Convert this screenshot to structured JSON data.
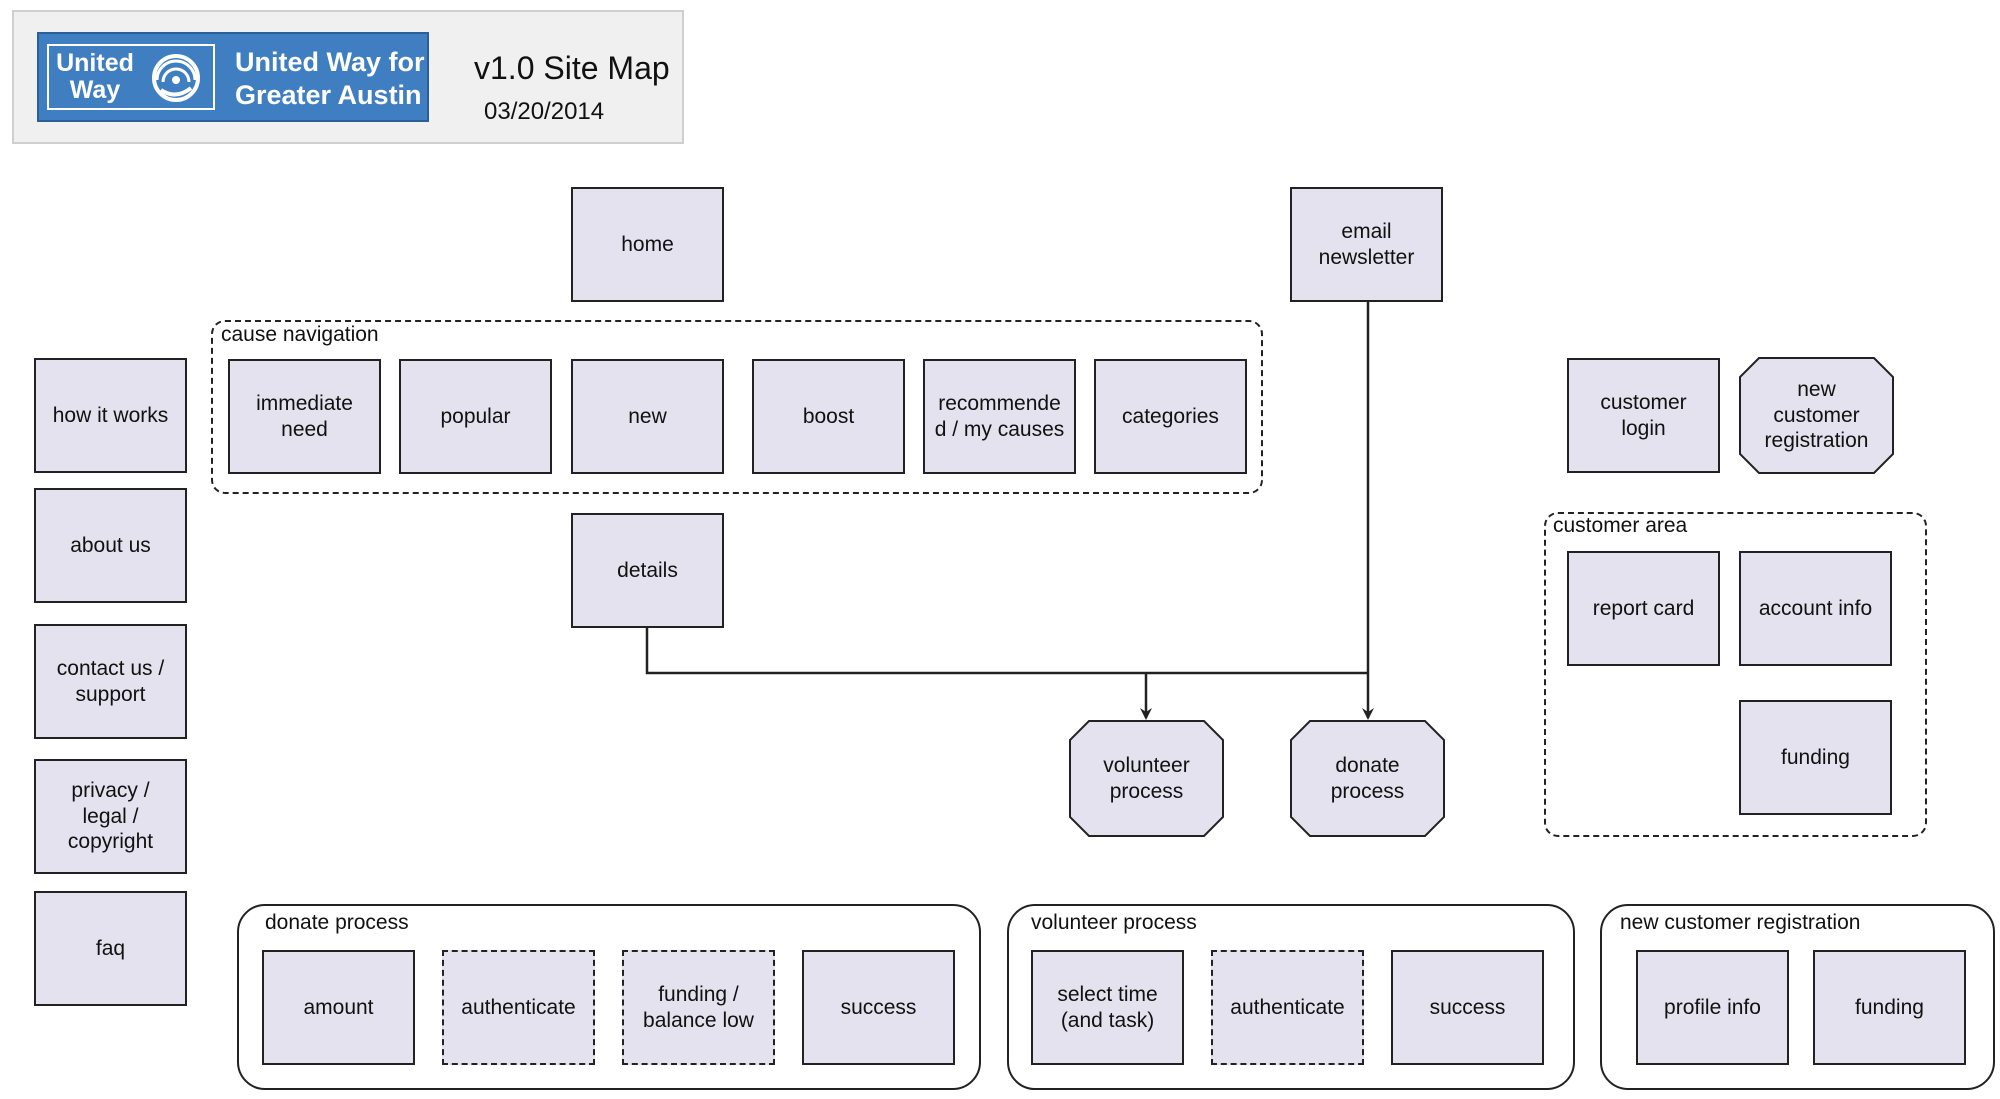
{
  "header": {
    "logo": {
      "mark_text": "United Way",
      "org_name": "United Way for Greater Austin",
      "brand_color": "#3f7fc1"
    },
    "title": "v1.0 Site Map",
    "date": "03/20/2014"
  },
  "colors": {
    "node_fill": "#e3e2ee",
    "stroke": "#222222"
  },
  "nodes": {
    "home": "home",
    "email_newsletter": "email newsletter",
    "how_it_works": "how it works",
    "about_us": "about us",
    "contact_support": "contact us / support",
    "privacy": "privacy / legal / copyright",
    "faq": "faq",
    "details": "details",
    "volunteer_process": "volunteer process",
    "donate_process": "donate process",
    "customer_login": "customer login",
    "new_customer_registration": "new customer registration"
  },
  "cause_navigation": {
    "label": "cause navigation",
    "items": [
      "immediate need",
      "popular",
      "new",
      "boost",
      "recommende d / my causes",
      "categories"
    ]
  },
  "customer_area": {
    "label": "customer area",
    "items": [
      "report card",
      "account info",
      "funding"
    ]
  },
  "donate_flow": {
    "label": "donate process",
    "steps": [
      "amount",
      "authenticate",
      "funding / balance low",
      "success"
    ]
  },
  "volunteer_flow": {
    "label": "volunteer process",
    "steps": [
      "select time (and task)",
      "authenticate",
      "success"
    ]
  },
  "registration_flow": {
    "label": "new customer registration",
    "steps": [
      "profile info",
      "funding"
    ]
  }
}
